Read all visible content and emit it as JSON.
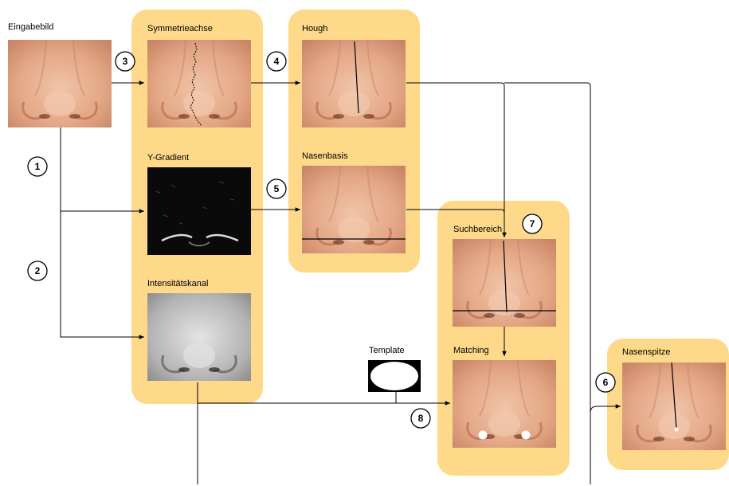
{
  "labels": {
    "eingabebild": "Eingabebild",
    "symmetrieachse": "Symmetrieachse",
    "hough": "Hough",
    "y_gradient": "Y-Gradient",
    "nasenbasis": "Nasenbasis",
    "intensitaetskanal": "Intensitätskanal",
    "suchbereich": "Suchbereich",
    "matching": "Matching",
    "template": "Template",
    "nasenspitze": "Nasenspitze"
  },
  "steps": [
    "1",
    "2",
    "3",
    "4",
    "5",
    "6",
    "7",
    "8"
  ],
  "colors": {
    "panel": "#fdd989",
    "skin": "#e0a583",
    "gradient_bg": "#0a0a0a",
    "gray_bg": "#b5b5b5",
    "line": "#000000"
  }
}
